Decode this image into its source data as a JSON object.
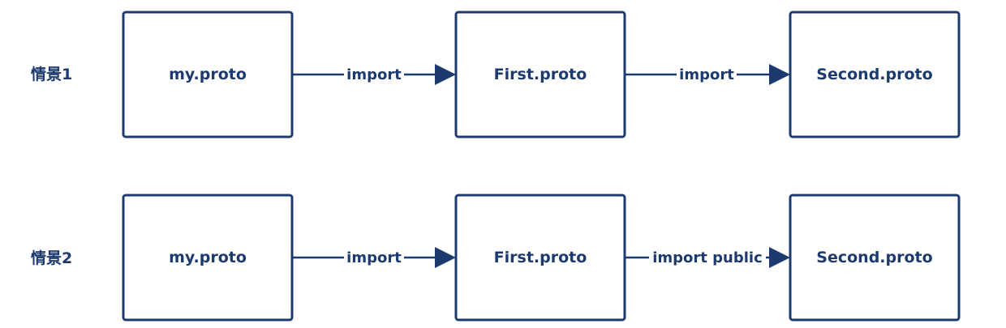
{
  "colors": {
    "stroke": "#1c3a6e",
    "background": "#ffffff"
  },
  "rows": [
    {
      "label": "情景1",
      "boxes": [
        "my.proto",
        "First.proto",
        "Second.proto"
      ],
      "edges": [
        "import",
        "import"
      ]
    },
    {
      "label": "情景2",
      "boxes": [
        "my.proto",
        "First.proto",
        "Second.proto"
      ],
      "edges": [
        "import",
        "import public"
      ]
    }
  ]
}
